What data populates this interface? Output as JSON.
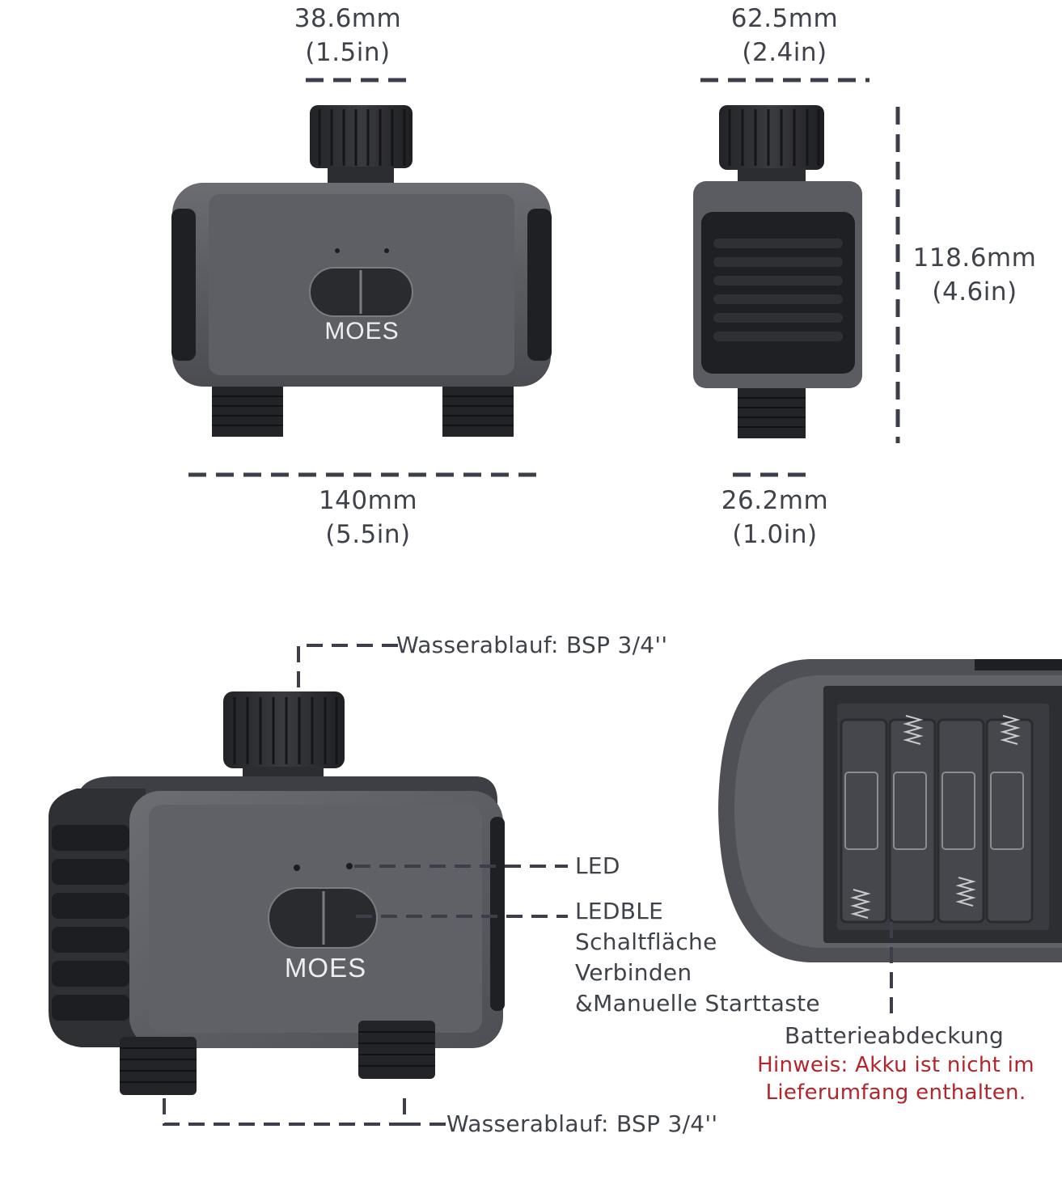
{
  "dimensions": {
    "top_left": {
      "mm": "38.6mm",
      "in": "(1.5in)"
    },
    "top_right": {
      "mm": "62.5mm",
      "in": "(2.4in)"
    },
    "height": {
      "mm": "118.6mm",
      "in": "(4.6in)"
    },
    "bottom_left": {
      "mm": "140mm",
      "in": "(5.5in)"
    },
    "bottom_right": {
      "mm": "26.2mm",
      "in": "(1.0in)"
    }
  },
  "brand": "MOES",
  "callouts": {
    "inlet": "Wasserablauf: BSP 3/4''",
    "led": "LED",
    "button": [
      "LEDBLE",
      "Schaltfläche",
      "Verbinden",
      "&Manuelle Starttaste"
    ],
    "outlet": "Wasserablauf: BSP 3/4''",
    "battery": "Batterieabdeckung",
    "note_line1": "Hinweis: Akku ist nicht im",
    "note_line2": "Lieferumfang enthalten."
  },
  "colors": {
    "note": "#b3252b",
    "dash": "#3c3f4a",
    "body": "#55575d",
    "dark": "#2b2c30"
  }
}
